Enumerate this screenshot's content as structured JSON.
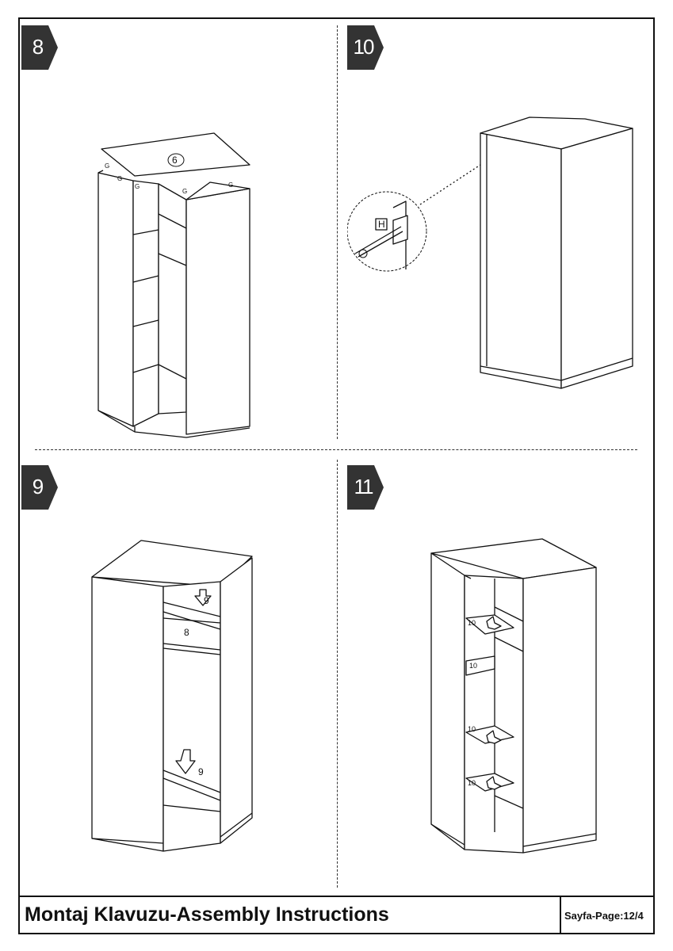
{
  "steps": [
    {
      "number": "8"
    },
    {
      "number": "10"
    },
    {
      "number": "9"
    },
    {
      "number": "11"
    }
  ],
  "step8": {
    "panel_label": "6",
    "hardware_label": "G"
  },
  "step10": {
    "hardware_label": "H"
  },
  "step9": {
    "labels": [
      "9",
      "8",
      "9"
    ]
  },
  "step11": {
    "shelf_label": "10"
  },
  "footer": {
    "title": "Montaj Klavuzu-Assembly Instructions",
    "page": "Sayfa-Page:12/4"
  },
  "colors": {
    "badge": "#333333",
    "line": "#111111",
    "background": "#ffffff"
  }
}
